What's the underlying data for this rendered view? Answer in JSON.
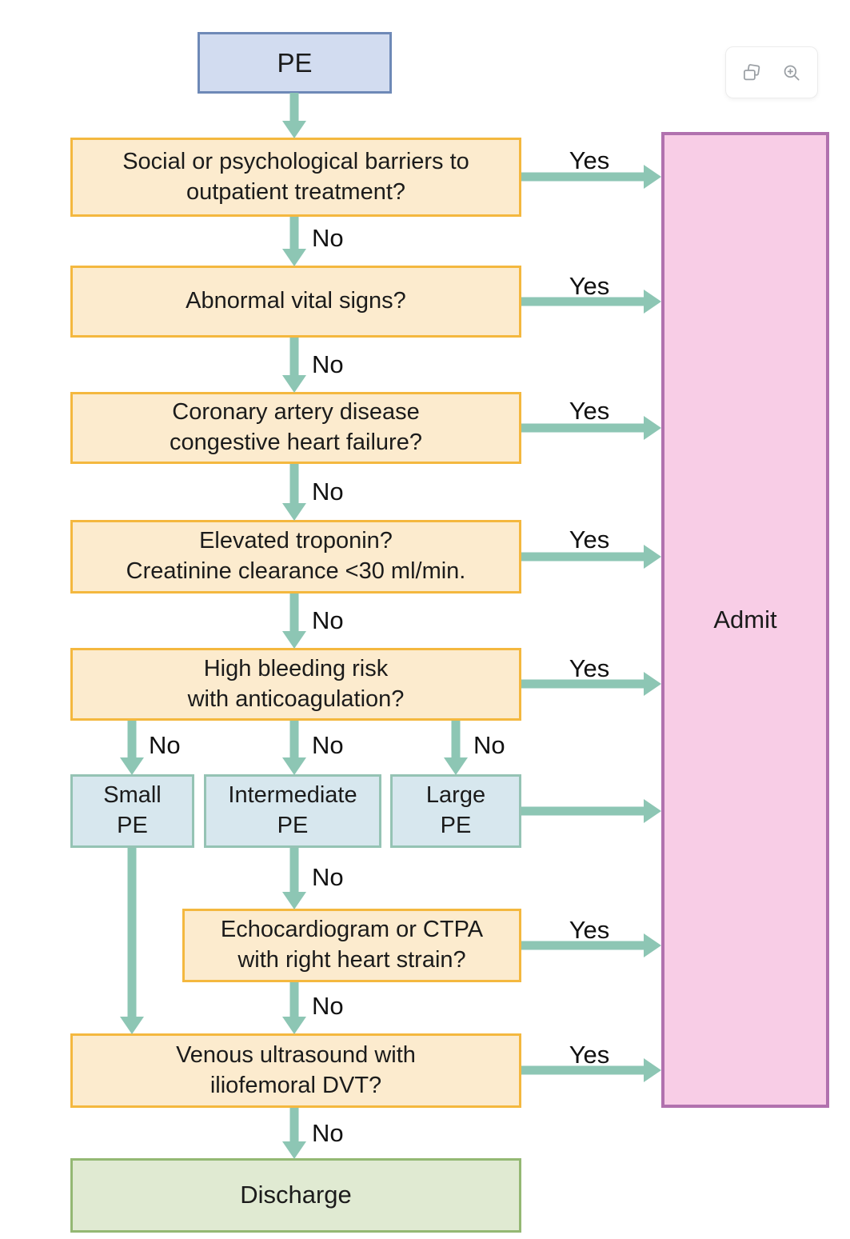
{
  "colors": {
    "arrow": "#8dc6b4",
    "question_fill": "#fcebce",
    "question_border": "#f4b83f",
    "start_fill": "#d2dcf0",
    "start_border": "#6e89b7",
    "severity_fill": "#d7e7ee",
    "severity_border": "#95c3b4",
    "admit_fill": "#f8cde6",
    "admit_border": "#b171ae",
    "discharge_fill": "#e0ead2",
    "discharge_border": "#94b873"
  },
  "viewer_toolbar": {
    "icons": [
      {
        "name": "copy-pages-icon",
        "action": "copy"
      },
      {
        "name": "zoom-in-icon",
        "action": "zoom-in"
      }
    ]
  },
  "flowchart": {
    "yes_label": "Yes",
    "no_label": "No",
    "start": {
      "label": "PE"
    },
    "admit": {
      "label": "Admit"
    },
    "discharge": {
      "label": "Discharge"
    },
    "questions": [
      {
        "lines": [
          "Social or psychological barriers to",
          "outpatient treatment?"
        ]
      },
      {
        "lines": [
          "Abnormal vital signs?"
        ]
      },
      {
        "lines": [
          "Coronary artery disease",
          "congestive heart failure?"
        ]
      },
      {
        "lines": [
          "Elevated troponin?",
          "Creatinine clearance <30 ml/min."
        ]
      },
      {
        "lines": [
          "High bleeding risk",
          "with anticoagulation?"
        ]
      },
      {
        "lines": [
          "Echocardiogram or CTPA",
          "with right heart strain?"
        ]
      },
      {
        "lines": [
          "Venous ultrasound with",
          "iliofemoral DVT?"
        ]
      }
    ],
    "severity": [
      {
        "lines": [
          "Small",
          "PE"
        ]
      },
      {
        "lines": [
          "Intermediate",
          "PE"
        ]
      },
      {
        "lines": [
          "Large",
          "PE"
        ]
      }
    ]
  }
}
